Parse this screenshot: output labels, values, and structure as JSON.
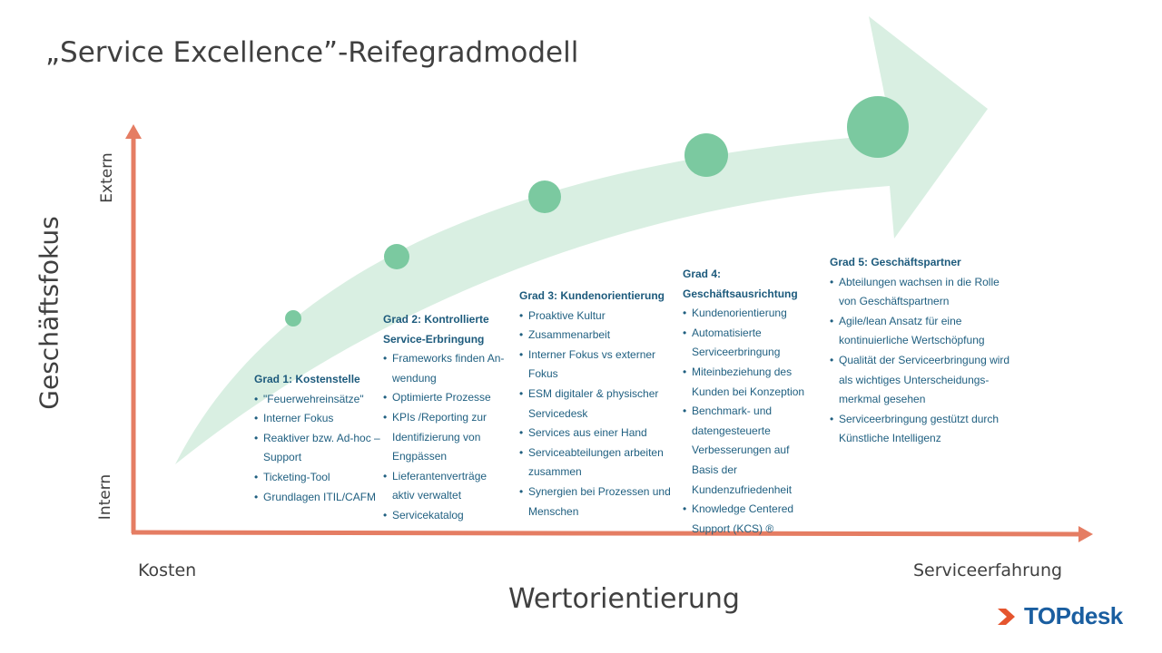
{
  "title": "„Service Excellence”-Reifegradmodell",
  "axes": {
    "y_label": "Geschäftsfokus",
    "y_top": "Extern",
    "y_bottom": "Intern",
    "x_label": "Wertorientierung",
    "x_left": "Kosten",
    "x_right": "Serviceerfahrung"
  },
  "colors": {
    "axis": "#e57d63",
    "arrow_fill": "#d9efe2",
    "dot": "#7bc9a0",
    "stage_text": "#1f5f80",
    "logo_text": "#1a5ea0",
    "logo_mark": "#e5552e"
  },
  "stages": [
    {
      "heading": "Grad 1: Kostenstelle",
      "items": [
        "\"Feuerwehreinsätze\"",
        "Interner Fokus",
        "Reaktiver bzw. Ad-hoc –Support",
        "Ticketing-Tool",
        "Grundlagen ITIL/CAFM"
      ]
    },
    {
      "heading": "Grad 2: Kontrollierte Service-Erbringung",
      "items": [
        "Frameworks finden An-wendung",
        "Optimierte Prozesse",
        "KPIs /Reporting zur Identifizierung von Engpässen",
        "Lieferantenverträge aktiv verwaltet",
        "Servicekatalog"
      ]
    },
    {
      "heading": "Grad 3: Kundenorientierung",
      "items": [
        "Proaktive Kultur",
        "Zusammenarbeit",
        "Interner Fokus vs externer Fokus",
        "ESM digitaler & physischer Servicedesk",
        "Services aus einer Hand",
        "Serviceabteilungen arbeiten zusammen",
        "Synergien bei Prozessen und Menschen"
      ]
    },
    {
      "heading": "Grad 4: Geschäftsausrichtung",
      "items": [
        "Kundenorientierung",
        "Automatisierte Serviceerbringung",
        "Miteinbeziehung des Kunden bei Konzeption",
        "Benchmark- und datengesteuerte Verbesserungen auf Basis der Kundenzufriedenheit",
        "Knowledge Centered Support (KCS) ®"
      ]
    },
    {
      "heading": "Grad 5: Geschäftspartner",
      "items": [
        "Abteilungen wachsen in die Rolle von Geschäftspartnern",
        "Agile/lean Ansatz für eine kontinuierliche Wertschöpfung",
        "Qualität der Serviceerbringung wird als wichtiges Unterscheidungs-merkmal gesehen",
        "Serviceerbringung gestützt durch Künstliche Intelligenz"
      ]
    }
  ],
  "logo": {
    "text": "TOPdesk",
    "icon": "topdesk-chevron-icon"
  }
}
